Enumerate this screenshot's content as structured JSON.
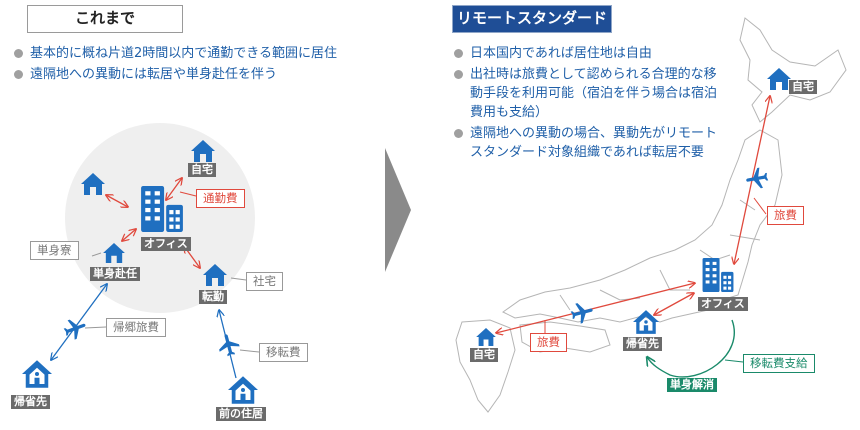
{
  "left": {
    "title": "これまで",
    "bullets": [
      "基本的に概ね片道2時間以内で通勤できる範囲に居住",
      "遠隔地への異動には転居や単身赴任を伴う"
    ],
    "labels": {
      "home": "自宅",
      "office": "オフィス",
      "single_assign": "単身赴任",
      "transfer": "転勤",
      "hometown": "帰省先",
      "prev_home": "前の住居"
    },
    "callouts": {
      "commute": "通勤費",
      "dorm": "単身寮",
      "company_house": "社宅",
      "home_travel": "帰郷旅費",
      "relocation": "移転費"
    }
  },
  "right": {
    "title": "リモートスタンダード",
    "bullets": [
      "日本国内であれば居住地は自由",
      "出社時は旅費として認められる合理的な移動手段を利用可能（宿泊を伴う場合は宿泊費用も支給）",
      "遠隔地への異動の場合、異動先がリモートスタンダード対象組織であれば転居不要"
    ],
    "labels": {
      "home_north": "自宅",
      "office": "オフィス",
      "hometown": "帰省先",
      "home_west": "自宅",
      "end_single": "単身解消"
    },
    "callouts": {
      "travel_north": "旅費",
      "travel_west": "旅費",
      "relocation_paid": "移転費支給"
    }
  },
  "colors": {
    "blue": "#1f6fc0",
    "red": "#e0493d",
    "green": "#1a8a6a",
    "title_bg": "#1f4e96"
  }
}
